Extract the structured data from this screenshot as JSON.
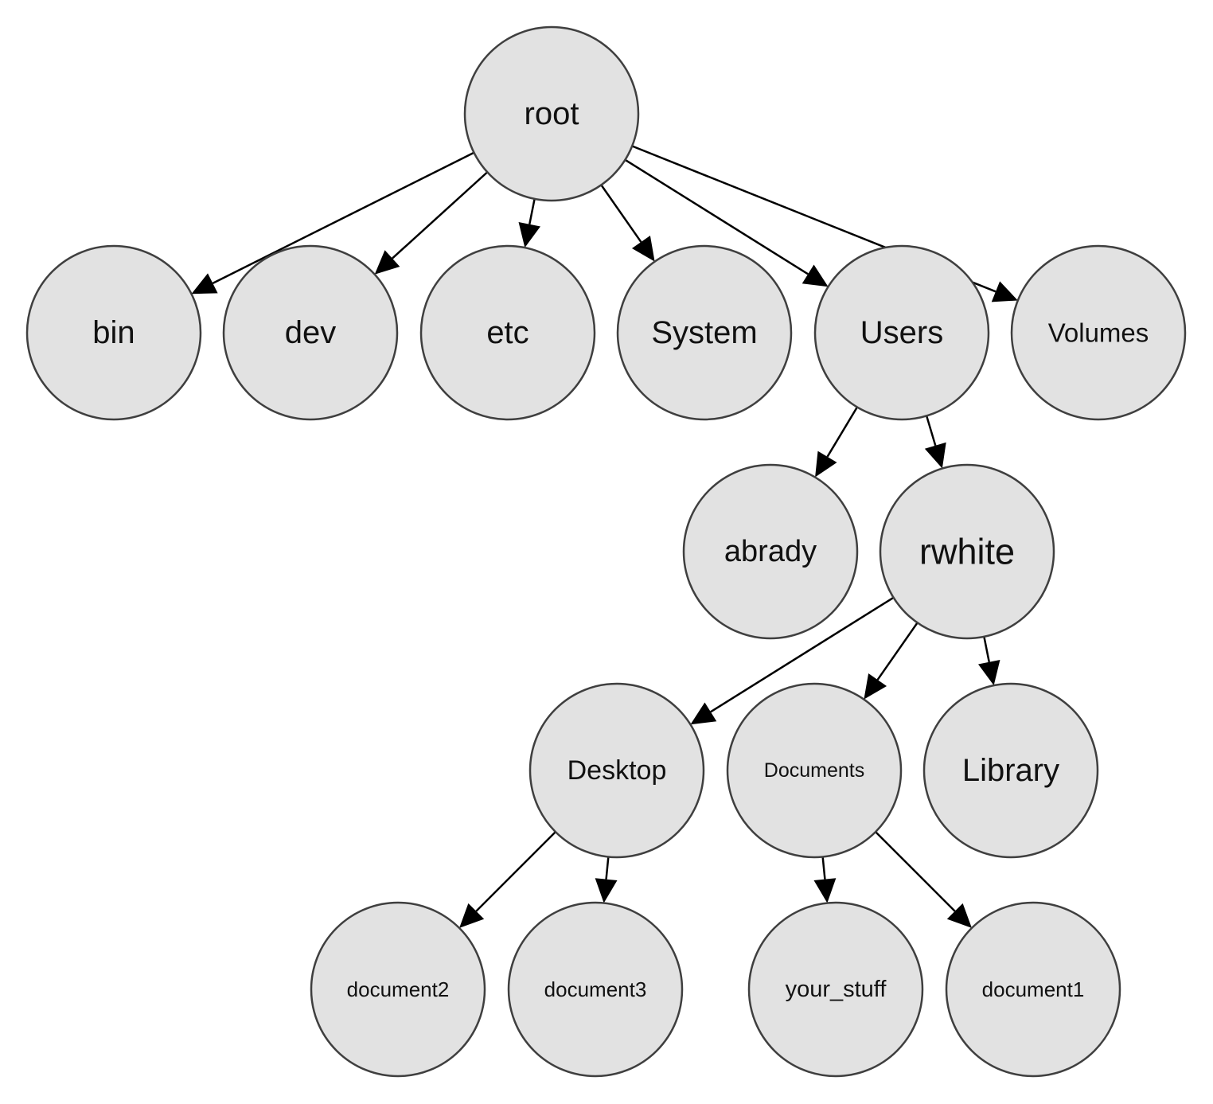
{
  "diagram": {
    "nodes": [
      {
        "id": "root",
        "label": "root"
      },
      {
        "id": "bin",
        "label": "bin"
      },
      {
        "id": "dev",
        "label": "dev"
      },
      {
        "id": "etc",
        "label": "etc"
      },
      {
        "id": "system",
        "label": "System"
      },
      {
        "id": "users",
        "label": "Users"
      },
      {
        "id": "volumes",
        "label": "Volumes"
      },
      {
        "id": "abrady",
        "label": "abrady"
      },
      {
        "id": "rwhite",
        "label": "rwhite"
      },
      {
        "id": "desktop",
        "label": "Desktop"
      },
      {
        "id": "documents",
        "label": "Documents"
      },
      {
        "id": "library",
        "label": "Library"
      },
      {
        "id": "document2",
        "label": "document2"
      },
      {
        "id": "document3",
        "label": "document3"
      },
      {
        "id": "your_stuff",
        "label": "your_stuff"
      },
      {
        "id": "document1",
        "label": "document1"
      }
    ],
    "edges": [
      {
        "from": "root",
        "to": "bin"
      },
      {
        "from": "root",
        "to": "dev"
      },
      {
        "from": "root",
        "to": "etc"
      },
      {
        "from": "root",
        "to": "system"
      },
      {
        "from": "root",
        "to": "users"
      },
      {
        "from": "root",
        "to": "volumes"
      },
      {
        "from": "users",
        "to": "abrady"
      },
      {
        "from": "users",
        "to": "rwhite"
      },
      {
        "from": "rwhite",
        "to": "desktop"
      },
      {
        "from": "rwhite",
        "to": "documents"
      },
      {
        "from": "rwhite",
        "to": "library"
      },
      {
        "from": "desktop",
        "to": "document2"
      },
      {
        "from": "desktop",
        "to": "document3"
      },
      {
        "from": "documents",
        "to": "your_stuff"
      },
      {
        "from": "documents",
        "to": "document1"
      }
    ]
  },
  "colors": {
    "node_fill": "#e2e2e2",
    "node_stroke": "#3f3f3f",
    "edge": "#000000",
    "text": "#111111",
    "background": "#ffffff"
  }
}
